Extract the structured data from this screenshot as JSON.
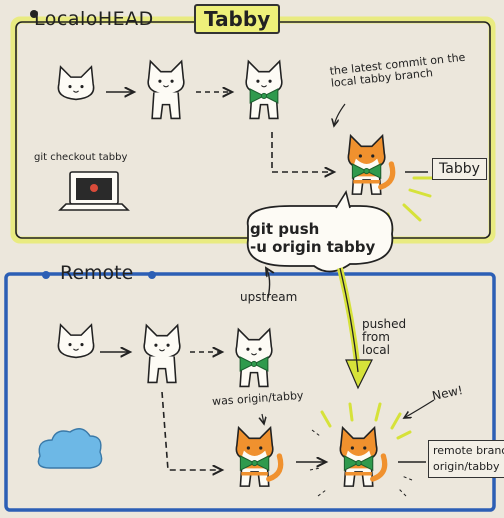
{
  "local_section": {
    "title": "LocaloHEAD",
    "branch_label": "Tabby",
    "note_latest_commit": "the latest commit on the local tabby branch",
    "note_checkout": "git checkout tabby",
    "branch_tag": "Tabby",
    "box_color": "#e9ec6a"
  },
  "push_bubble": {
    "command_line1": "git push",
    "command_line2": "-u origin tabby"
  },
  "remote_section": {
    "title": "Remote",
    "note_upstream": "upstream",
    "note_pushed": "pushed\nfrom\nlocal",
    "note_was": "was origin/tabby",
    "note_new": "New!",
    "branch_tag_line1": "remote branch",
    "branch_tag_line2": "origin/tabby",
    "box_color": "#2c5fb5"
  },
  "colors": {
    "highlight_yellow": "#eef07a",
    "bow_green": "#2f9a4d",
    "orange_cat": "#f0912e",
    "cloud_blue": "#6db8e6",
    "arrow_yellow": "#d6e23a"
  },
  "icons": [
    "cat-icon",
    "laptop-icon",
    "cloud-icon",
    "bow-icon"
  ]
}
